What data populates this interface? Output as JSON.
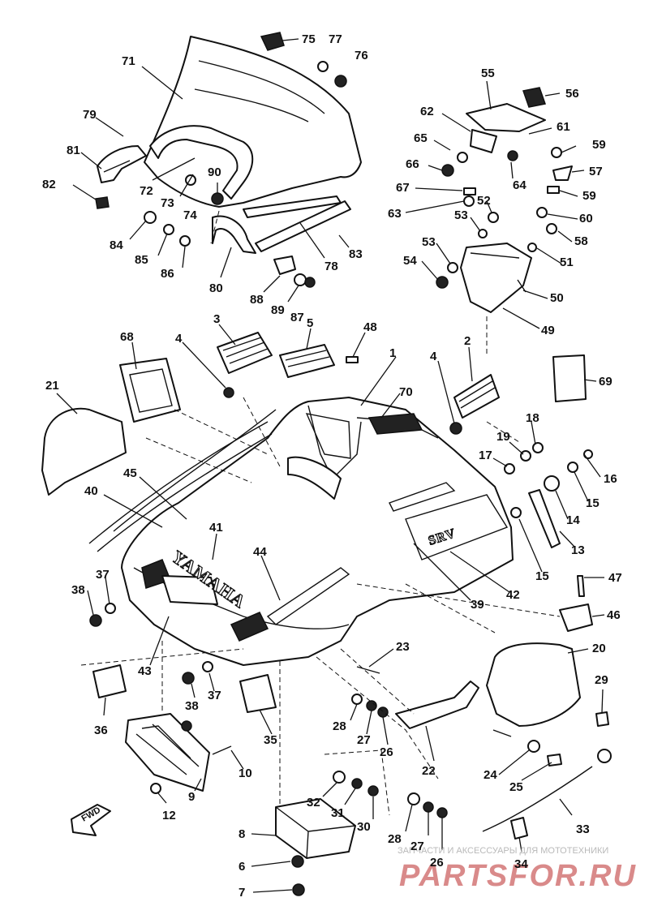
{
  "diagram": {
    "brand_text": "YAMAHA",
    "decal_text": "SRV",
    "fwd_label": "FWD",
    "watermark_top": "ЗАПЧАСТИ И АКСЕССУАРЫ ДЛЯ МОТОТЕХНИКИ",
    "watermark_brand": "PARTSFOR.RU",
    "part_labels": [
      "75",
      "77",
      "76",
      "71",
      "79",
      "81",
      "82",
      "72",
      "73",
      "74",
      "90",
      "84",
      "85",
      "86",
      "80",
      "88",
      "89",
      "87",
      "78",
      "83",
      "55",
      "56",
      "62",
      "61",
      "65",
      "59",
      "66",
      "64",
      "57",
      "67",
      "52",
      "59",
      "63",
      "53",
      "60",
      "58",
      "53",
      "54",
      "51",
      "50",
      "49",
      "3",
      "5",
      "48",
      "68",
      "4",
      "1",
      "2",
      "69",
      "21",
      "70",
      "4",
      "18",
      "19",
      "17",
      "16",
      "15",
      "45",
      "40",
      "14",
      "41",
      "13",
      "15",
      "44",
      "39",
      "42",
      "47",
      "38",
      "37",
      "43",
      "46",
      "23",
      "20",
      "36",
      "38",
      "37",
      "35",
      "29",
      "28",
      "27",
      "26",
      "22",
      "10",
      "24",
      "25",
      "9",
      "32",
      "31",
      "30",
      "28",
      "27",
      "26",
      "33",
      "12",
      "8",
      "34",
      "6",
      "7"
    ]
  }
}
